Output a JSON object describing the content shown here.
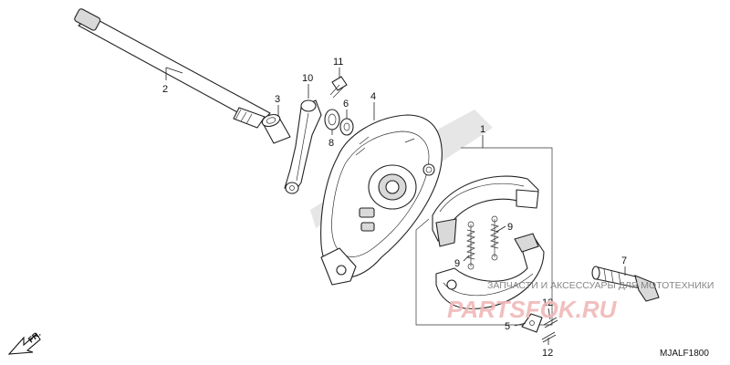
{
  "callouts": {
    "c1": "1",
    "c2": "2",
    "c3": "3",
    "c4": "4",
    "c5": "5",
    "c6": "6",
    "c7": "7",
    "c8": "8",
    "c9a": "9",
    "c9b": "9",
    "c10": "10",
    "c11": "11",
    "c12a": "12",
    "c12b": "12"
  },
  "direction_label": "FR.",
  "diagram_code": "MJALF1800",
  "watermark": {
    "tagline": "ЗАПЧАСТИ И АКСЕССУАРЫ ДЛЯ МОТОТЕХНИКИ",
    "logo": "PARTSFOK.RU"
  }
}
